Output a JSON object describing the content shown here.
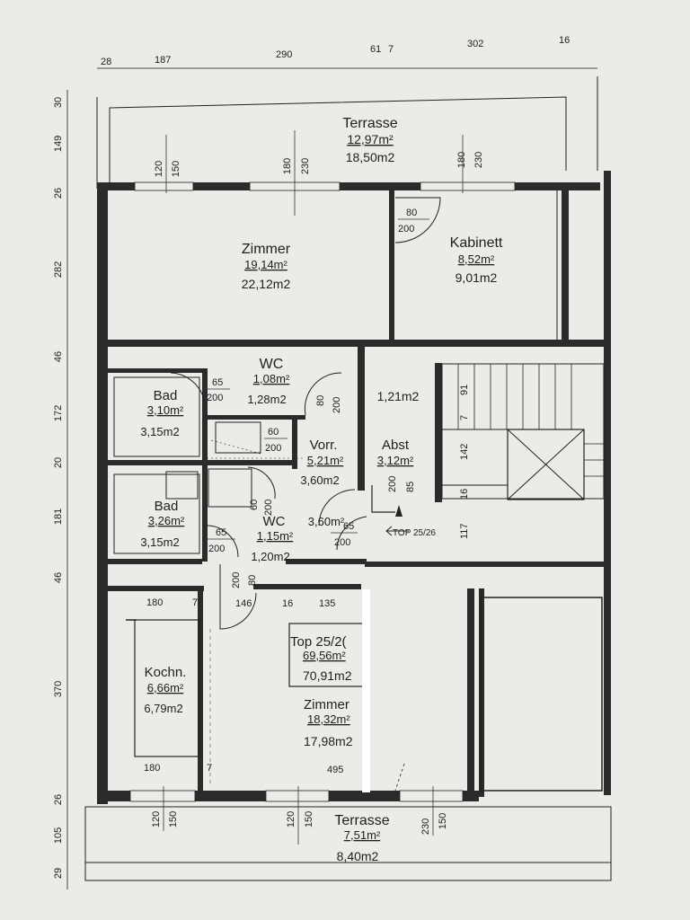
{
  "top_dims": [
    "28",
    "187",
    "290",
    "61",
    "7",
    "302",
    "16"
  ],
  "left_dims": [
    "30",
    "149",
    "26",
    "282",
    "46",
    "172",
    "20",
    "181",
    "46",
    "370",
    "26",
    "105",
    "29"
  ],
  "rooms": {
    "terrasse_top": {
      "name": "Terrasse",
      "area1": "12,97m²",
      "area2": "18,50m2"
    },
    "zimmer_top": {
      "name": "Zimmer",
      "area1": "19,14m²",
      "area2": "22,12m2"
    },
    "kabinett": {
      "name": "Kabinett",
      "area1": "8,52m²",
      "area2": "9,01m2"
    },
    "wc1": {
      "name": "WC",
      "area1": "1,08m²",
      "area2": "1,28m2"
    },
    "bad1": {
      "name": "Bad",
      "area1": "3,10m²",
      "area2": "3,15m2"
    },
    "vorr": {
      "name": "Vorr.",
      "area1": "5,21m²",
      "area2": "3,60m2"
    },
    "abst": {
      "name": "Abst",
      "area1": "3,12m²"
    },
    "area_121": {
      "area1": "1,21m2"
    },
    "bad2": {
      "name": "Bad",
      "area1": "3,26m²",
      "area2": "3,15m2"
    },
    "wc2": {
      "name": "WC",
      "area1": "3,60m²",
      "area2": "1,15m²",
      "area3": "1,20m2"
    },
    "kochn": {
      "name": "Kochn.",
      "area1": "6,66m²",
      "area2": "6,79m2"
    },
    "top": {
      "name": "Top 25/2(",
      "area1": "69,56m²",
      "area2": "70,91m2"
    },
    "zimmer_bottom": {
      "name": "Zimmer",
      "area1": "18,32m²",
      "area2": "17,98m2"
    },
    "terrasse_bottom": {
      "name": "Terrasse",
      "area1": "7,51m²",
      "area2": "8,40m2"
    }
  },
  "window_dims": {
    "w1a": "120",
    "w1b": "150",
    "w2a": "180",
    "w2b": "230",
    "w3a": "180",
    "w3b": "230",
    "w4a": "120",
    "w4b": "150",
    "w5a": "120",
    "w5b": "150",
    "w6a": "230",
    "w6b": "150"
  },
  "door_dims": {
    "kab_a": "80",
    "kab_b": "200",
    "bad1_a": "65",
    "bad1_b": "200",
    "wc1_a": "80",
    "wc1_b": "200",
    "sm_a": "60",
    "sm_b": "200",
    "abst_a": "200",
    "abst_b": "85",
    "wc2_a": "60",
    "wc2_b": "200",
    "bad2_a": "65",
    "bad2_b": "200",
    "vorr_a": "65",
    "vorr_b": "200",
    "hall_a": "200",
    "hall_b": "80"
  },
  "inner_dims": {
    "d180a": "180",
    "d7a": "7",
    "d146": "146",
    "d16a": "16",
    "d135": "135",
    "d180b": "180",
    "d7b": "7",
    "d495": "495",
    "stair91": "91",
    "stair7": "7",
    "stair142": "142",
    "stair16": "16",
    "stair117": "117"
  },
  "top_label": "TOP 25/26"
}
